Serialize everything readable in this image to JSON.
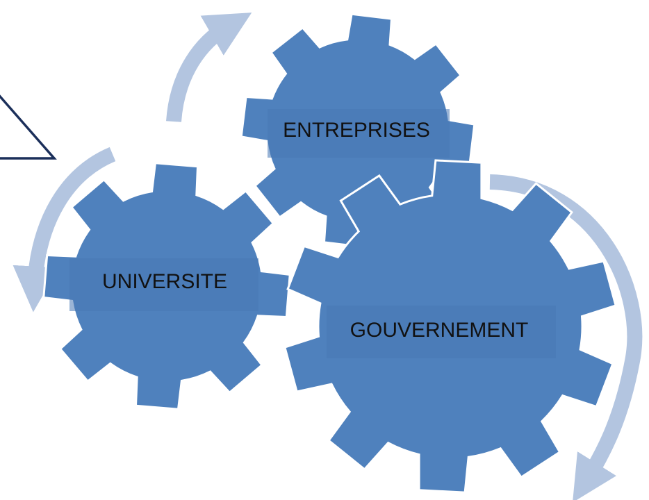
{
  "colors": {
    "gear_fill": "#4f81bd",
    "arrow": "#b3c5e0",
    "callout": "#1b2f5a",
    "label_text": "#111111",
    "background": "#ffffff"
  },
  "diagram": {
    "gears": [
      {
        "id": "entreprises",
        "label": "ENTREPRISES"
      },
      {
        "id": "universite",
        "label": "UNIVERSITE"
      },
      {
        "id": "gouvernement",
        "label": "GOUVERNEMENT"
      }
    ],
    "arrows": [
      {
        "id": "arrow-universite-to-entreprises",
        "direction": "clockwise"
      },
      {
        "id": "arrow-entreprises-to-universite",
        "direction": "counter-clockwise"
      },
      {
        "id": "arrow-around-gouvernement",
        "direction": "clockwise"
      }
    ],
    "callout": {
      "shape": "triangle-outline",
      "color_key": "callout"
    }
  }
}
